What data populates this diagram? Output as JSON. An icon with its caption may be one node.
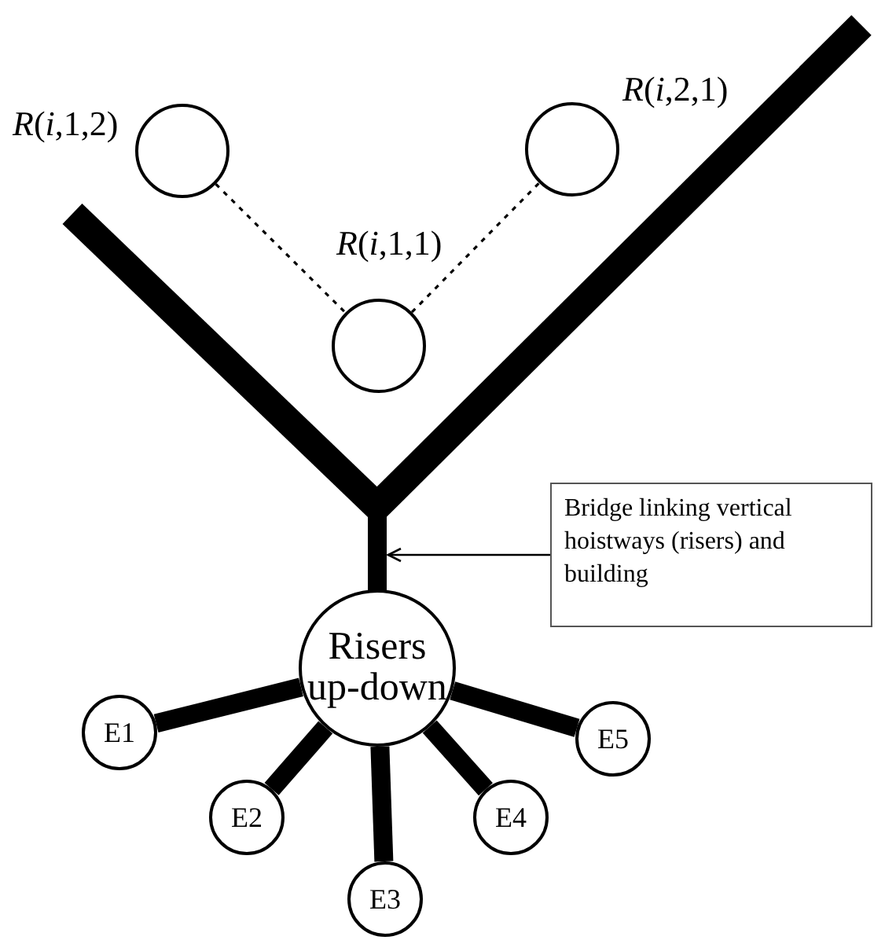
{
  "diagram": {
    "nodes": [
      {
        "text": [
          "*R*(*i*,1,2)"
        ]
      },
      {
        "text": [
          "*R*(*i*,2,1)"
        ]
      },
      {
        "text": [
          "*R*(*i*,1,1)"
        ]
      },
      {
        "text": [],
        "shape": "bar"
      },
      {
        "text": [
          "Risers up-down"
        ]
      },
      {
        "text": [
          "E1"
        ]
      },
      {
        "text": [
          "E2"
        ]
      },
      {
        "text": [
          "E3"
        ]
      },
      {
        "text": [
          "E4"
        ]
      },
      {
        "text": [
          "E5"
        ]
      },
      {
        "text": [
          "Bridge linking vertical hoistways (risers) and building"
        ]
      }
    ],
    "edges": [
      {
        "from": 0,
        "to": 2,
        "arrow": "none",
        "style": "dashed"
      },
      {
        "from": 2,
        "to": 1,
        "arrow": "none",
        "style": "dashed"
      },
      {
        "from": 4,
        "to": 5,
        "arrow": "none"
      },
      {
        "from": 4,
        "to": 6,
        "arrow": "none"
      },
      {
        "from": 4,
        "to": 7,
        "arrow": "none"
      },
      {
        "from": 4,
        "to": 8,
        "arrow": "none"
      },
      {
        "from": 4,
        "to": 9,
        "arrow": "none"
      },
      {
        "from": 10,
        "to": 3,
        "arrow": "to"
      }
    ]
  }
}
